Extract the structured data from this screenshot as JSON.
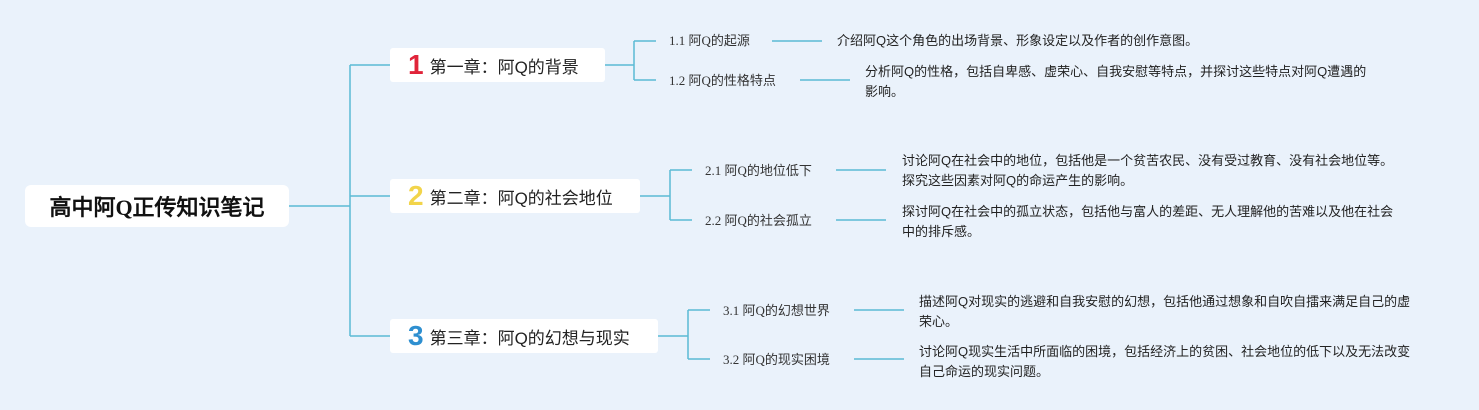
{
  "root": {
    "title": "高中阿Q正传知识笔记"
  },
  "colors": {
    "line": "#5bbad5",
    "background": "#eaf2fb",
    "num1": "#e0243a",
    "num2": "#f2d44a",
    "num3": "#2e8fd0"
  },
  "chapters": [
    {
      "num": "1",
      "title": "第一章：阿Q的背景",
      "subs": [
        {
          "label": "1.1 阿Q的起源",
          "desc": "介绍阿Q这个角色的出场背景、形象设定以及作者的创作意图。"
        },
        {
          "label": "1.2 阿Q的性格特点",
          "desc": "分析阿Q的性格，包括自卑感、虚荣心、自我安慰等特点，并探讨这些特点对阿Q遭遇的影响。"
        }
      ]
    },
    {
      "num": "2",
      "title": "第二章：阿Q的社会地位",
      "subs": [
        {
          "label": "2.1 阿Q的地位低下",
          "desc": "讨论阿Q在社会中的地位，包括他是一个贫苦农民、没有受过教育、没有社会地位等。探究这些因素对阿Q的命运产生的影响。"
        },
        {
          "label": "2.2 阿Q的社会孤立",
          "desc": "探讨阿Q在社会中的孤立状态，包括他与富人的差距、无人理解他的苦难以及他在社会中的排斥感。"
        }
      ]
    },
    {
      "num": "3",
      "title": "第三章：阿Q的幻想与现实",
      "subs": [
        {
          "label": "3.1 阿Q的幻想世界",
          "desc": "描述阿Q对现实的逃避和自我安慰的幻想，包括他通过想象和自吹自擂来满足自己的虚荣心。"
        },
        {
          "label": "3.2 阿Q的现实困境",
          "desc": "讨论阿Q现实生活中所面临的困境，包括经济上的贫困、社会地位的低下以及无法改变自己命运的现实问题。"
        }
      ]
    }
  ]
}
